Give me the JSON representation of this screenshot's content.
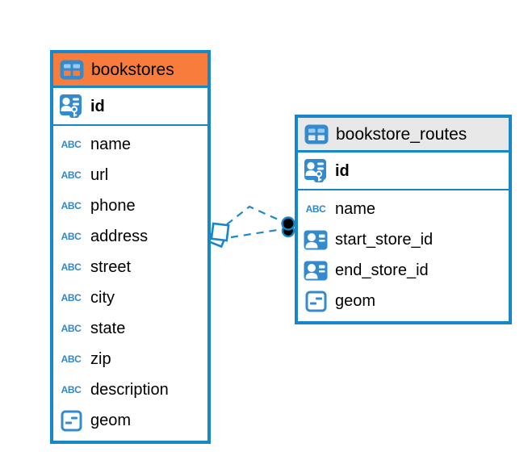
{
  "icons": {
    "abc_text": "ABC"
  },
  "colors": {
    "accent_blue": "#1687c9",
    "bookstores_header_bg": "#f87d3d",
    "routes_header_bg": "#e8e8e8",
    "icon_blue": "#338bce",
    "canvas_bg": "#ffffff",
    "relationship_line": "#1f86c9"
  },
  "tables": [
    {
      "name": "bookstores",
      "columns": [
        {
          "name": "id",
          "icon": "primary-key-icon",
          "is_key": true
        },
        {
          "name": "name",
          "icon": "text-type-icon",
          "is_key": false
        },
        {
          "name": "url",
          "icon": "text-type-icon",
          "is_key": false
        },
        {
          "name": "phone",
          "icon": "text-type-icon",
          "is_key": false
        },
        {
          "name": "address",
          "icon": "text-type-icon",
          "is_key": false
        },
        {
          "name": "street",
          "icon": "text-type-icon",
          "is_key": false
        },
        {
          "name": "city",
          "icon": "text-type-icon",
          "is_key": false
        },
        {
          "name": "state",
          "icon": "text-type-icon",
          "is_key": false
        },
        {
          "name": "zip",
          "icon": "text-type-icon",
          "is_key": false
        },
        {
          "name": "description",
          "icon": "text-type-icon",
          "is_key": false
        },
        {
          "name": "geom",
          "icon": "geometry-type-icon",
          "is_key": false
        }
      ]
    },
    {
      "name": "bookstore_routes",
      "columns": [
        {
          "name": "id",
          "icon": "primary-key-icon",
          "is_key": true
        },
        {
          "name": "name",
          "icon": "text-type-icon",
          "is_key": false
        },
        {
          "name": "start_store_id",
          "icon": "foreign-key-icon",
          "is_key": false
        },
        {
          "name": "end_store_id",
          "icon": "foreign-key-icon",
          "is_key": false
        },
        {
          "name": "geom",
          "icon": "geometry-type-icon",
          "is_key": false
        }
      ]
    }
  ],
  "relationship": {
    "from": "bookstores",
    "to": "bookstore_routes",
    "line_style": "dashed"
  }
}
